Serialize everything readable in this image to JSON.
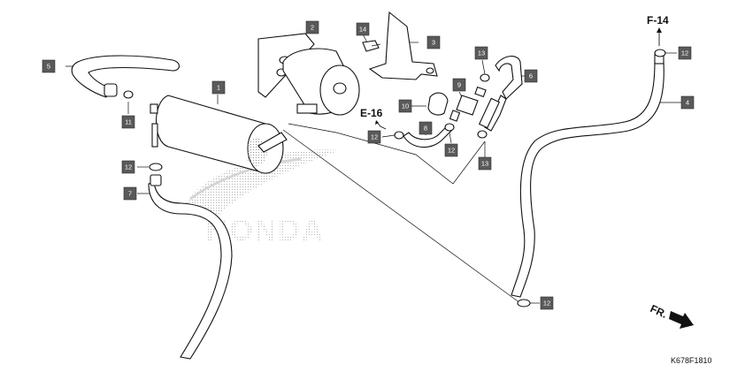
{
  "diagram": {
    "callouts": [
      {
        "id": "c1",
        "label": "1"
      },
      {
        "id": "c2",
        "label": "2"
      },
      {
        "id": "c3",
        "label": "3"
      },
      {
        "id": "c4",
        "label": "4"
      },
      {
        "id": "c5",
        "label": "5"
      },
      {
        "id": "c6",
        "label": "6"
      },
      {
        "id": "c7",
        "label": "7"
      },
      {
        "id": "c8",
        "label": "8"
      },
      {
        "id": "c9",
        "label": "9"
      },
      {
        "id": "c10",
        "label": "10"
      },
      {
        "id": "c11",
        "label": "11"
      },
      {
        "id": "c12a",
        "label": "12"
      },
      {
        "id": "c12b",
        "label": "12"
      },
      {
        "id": "c12c",
        "label": "12"
      },
      {
        "id": "c12d",
        "label": "12"
      },
      {
        "id": "c12e",
        "label": "12"
      },
      {
        "id": "c13a",
        "label": "13"
      },
      {
        "id": "c13b",
        "label": "13"
      },
      {
        "id": "c14",
        "label": "14"
      }
    ],
    "refs": {
      "e16": "E-16",
      "f14": "F-14",
      "fr": "FR."
    },
    "watermark": "HONDA",
    "drawing_code": "K678F1810"
  }
}
